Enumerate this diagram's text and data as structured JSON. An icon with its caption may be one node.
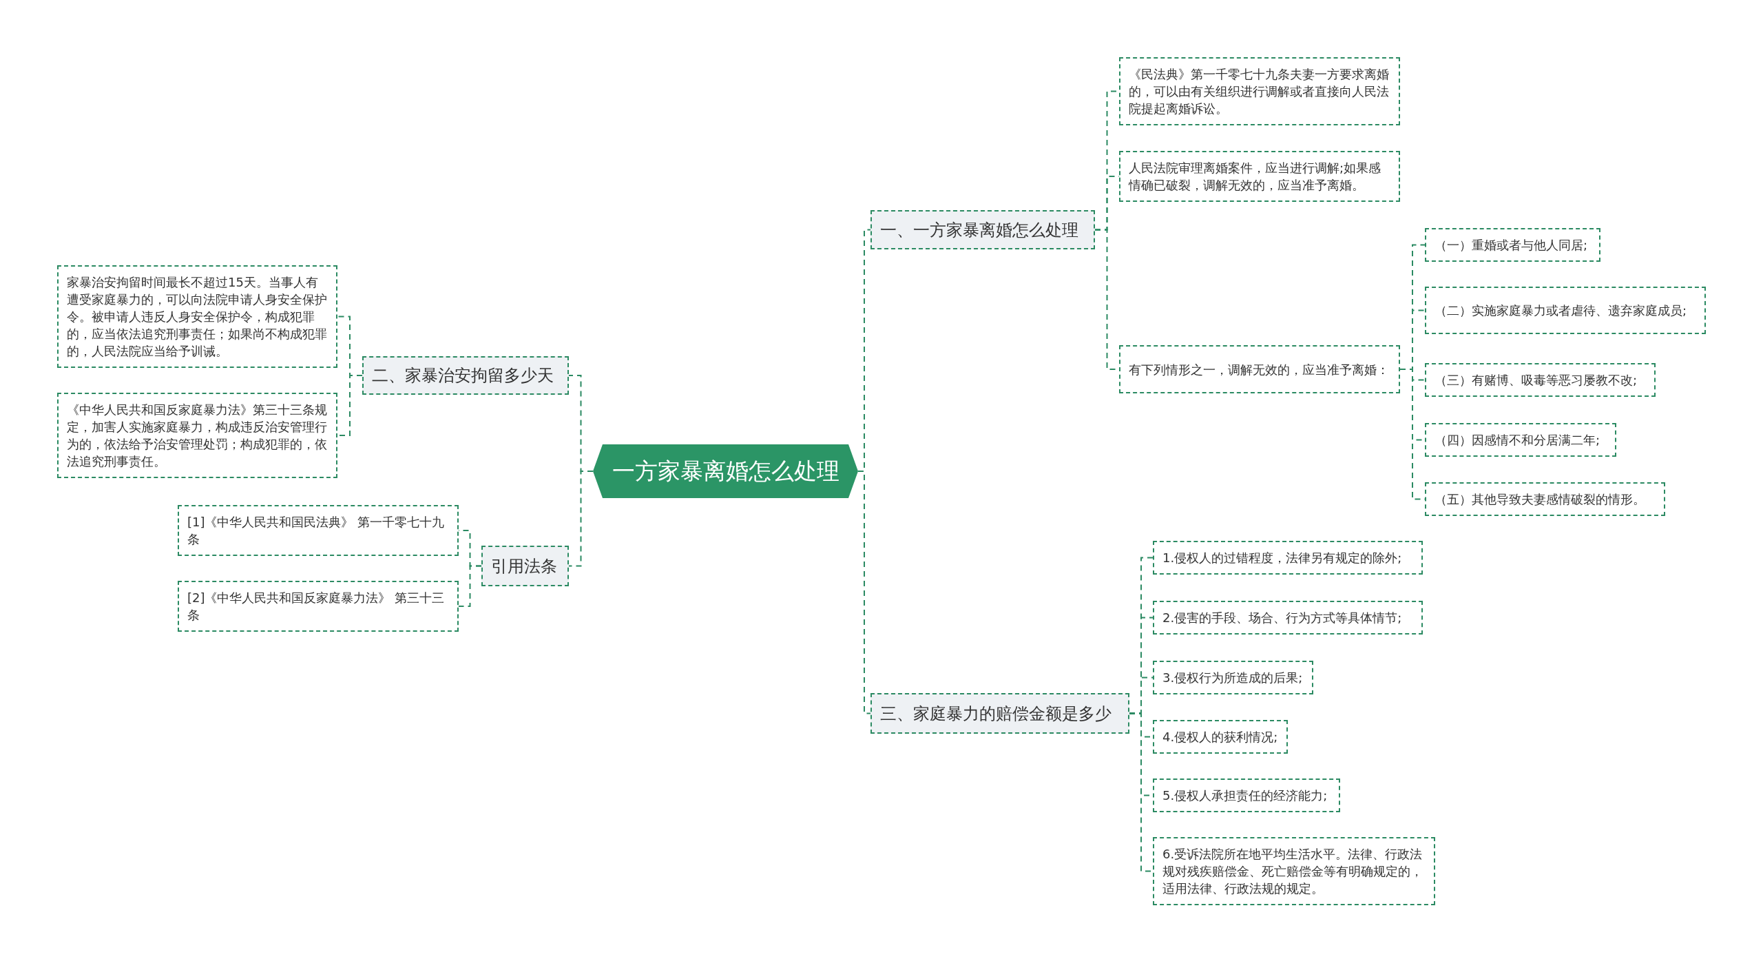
{
  "diagram": {
    "nodes": [
      {
        "text": [
          "一方家暴离婚怎么处理"
        ]
      },
      {
        "text": [
          "一、一方家暴离婚怎么处理"
        ]
      },
      {
        "text": [
          "《民法典》第一千零七十九条夫妻一方要求离婚的，可以由有关组织进行调解或者直接向人民法院提起离婚诉讼。"
        ]
      },
      {
        "text": [
          "人民法院审理离婚案件，应当进行调解;如果感情确已破裂，调解无效的，应当准予离婚。"
        ]
      },
      {
        "text": [
          "有下列情形之一，调解无效的，应当准予离婚："
        ]
      },
      {
        "text": [
          "（一）重婚或者与他人同居;"
        ]
      },
      {
        "text": [
          "（二）实施家庭暴力或者虐待、遗弃家庭成员;"
        ]
      },
      {
        "text": [
          "（三）有赌博、吸毒等恶习屡教不改;"
        ]
      },
      {
        "text": [
          "（四）因感情不和分居满二年;"
        ]
      },
      {
        "text": [
          "（五）其他导致夫妻感情破裂的情形。"
        ]
      },
      {
        "text": [
          "二、家暴治安拘留多少天"
        ]
      },
      {
        "text": [
          "家暴治安拘留时间最长不超过15天。当事人有遭受家庭暴力的，可以向法院申请人身安全保护令。被申请人违反人身安全保护令，构成犯罪的，应当依法追究刑事责任；如果尚不构成犯罪的，人民法院应当给予训诫。"
        ]
      },
      {
        "text": [
          "《中华人民共和国反家庭暴力法》第三十三条规定，加害人实施家庭暴力，构成违反治安管理行为的，依法给予治安管理处罚；构成犯罪的，依法追究刑事责任。"
        ]
      },
      {
        "text": [
          "引用法条"
        ]
      },
      {
        "text": [
          "[1]《中华人民共和国民法典》 第一千零七十九条"
        ]
      },
      {
        "text": [
          "[2]《中华人民共和国反家庭暴力法》 第三十三条"
        ]
      },
      {
        "text": [
          "三、家庭暴力的赔偿金额是多少"
        ]
      },
      {
        "text": [
          "1.侵权人的过错程度，法律另有规定的除外;"
        ]
      },
      {
        "text": [
          "2.侵害的手段、场合、行为方式等具体情节;"
        ]
      },
      {
        "text": [
          "3.侵权行为所造成的后果;"
        ]
      },
      {
        "text": [
          "4.侵权人的获利情况;"
        ]
      },
      {
        "text": [
          "5.侵权人承担责任的经济能力;"
        ]
      },
      {
        "text": [
          "6.受诉法院所在地平均生活水平。法律、行政法规对残疾赔偿金、死亡赔偿金等有明确规定的，适用法律、行政法规的规定。"
        ]
      }
    ],
    "edges": [
      {
        "from": 0,
        "to": 1,
        "arrow": "none"
      },
      {
        "from": 1,
        "to": 2,
        "arrow": "none"
      },
      {
        "from": 1,
        "to": 3,
        "arrow": "none"
      },
      {
        "from": 1,
        "to": 4,
        "arrow": "none"
      },
      {
        "from": 4,
        "to": 5,
        "arrow": "none"
      },
      {
        "from": 4,
        "to": 6,
        "arrow": "none"
      },
      {
        "from": 4,
        "to": 7,
        "arrow": "none"
      },
      {
        "from": 4,
        "to": 8,
        "arrow": "none"
      },
      {
        "from": 4,
        "to": 9,
        "arrow": "none"
      },
      {
        "from": 0,
        "to": 10,
        "arrow": "none"
      },
      {
        "from": 10,
        "to": 11,
        "arrow": "none"
      },
      {
        "from": 10,
        "to": 12,
        "arrow": "none"
      },
      {
        "from": 0,
        "to": 13,
        "arrow": "none"
      },
      {
        "from": 13,
        "to": 14,
        "arrow": "none"
      },
      {
        "from": 13,
        "to": 15,
        "arrow": "none"
      },
      {
        "from": 0,
        "to": 16,
        "arrow": "none"
      },
      {
        "from": 16,
        "to": 17,
        "arrow": "none"
      },
      {
        "from": 16,
        "to": 18,
        "arrow": "none"
      },
      {
        "from": 16,
        "to": 19,
        "arrow": "none"
      },
      {
        "from": 16,
        "to": 20,
        "arrow": "none"
      },
      {
        "from": 16,
        "to": 21,
        "arrow": "none"
      },
      {
        "from": 16,
        "to": 22,
        "arrow": "none"
      }
    ]
  }
}
